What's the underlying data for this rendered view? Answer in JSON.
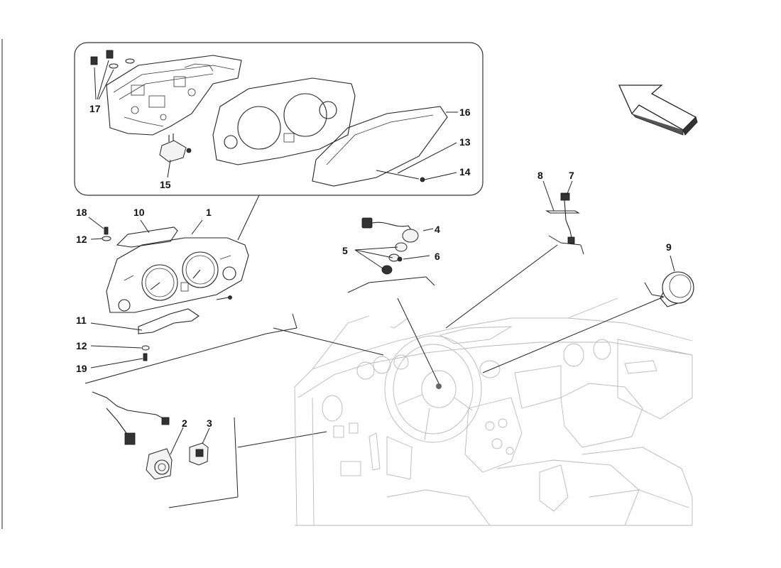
{
  "callouts": {
    "c1": "1",
    "c2": "2",
    "c3": "3",
    "c4": "4",
    "c5": "5",
    "c6": "6",
    "c7": "7",
    "c8": "8",
    "c9": "9",
    "c10": "10",
    "c11": "11",
    "c12a": "12",
    "c12b": "12",
    "c13": "13",
    "c14": "14",
    "c15": "15",
    "c16": "16",
    "c17": "17",
    "c18": "18",
    "c19": "19"
  },
  "colors": {
    "ink": "#222222",
    "faint": "#b8b8b8",
    "background": "#ffffff"
  },
  "icons": {
    "direction": "front-direction-arrow-icon"
  }
}
